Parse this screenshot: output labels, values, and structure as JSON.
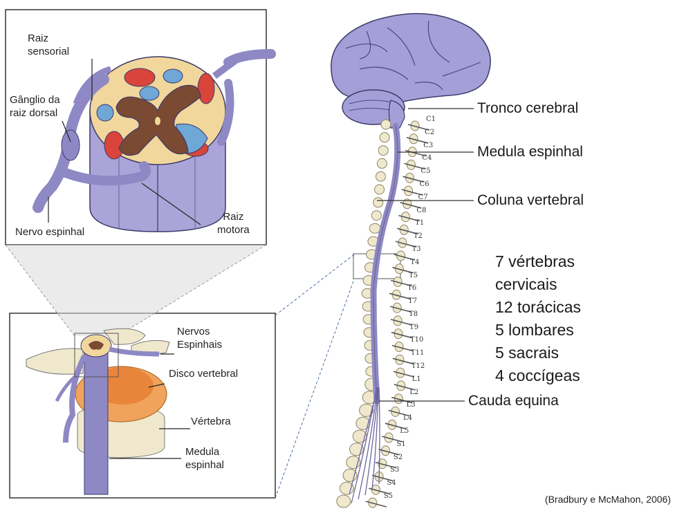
{
  "inset_top": {
    "labels": {
      "sensory_root": "Raiz\nsensorial",
      "dorsal_root_ganglion": "Gânglio da\nraiz dorsal",
      "spinal_nerve": "Nervo espinhal",
      "motor_root": "Raiz\nmotora"
    }
  },
  "inset_bottom": {
    "labels": {
      "spinal_nerves": "Nervos\nEspinhais",
      "vertebral_disc": "Disco vertebral",
      "vertebra": "Vértebra",
      "spinal_cord": "Medula\nespinhal"
    }
  },
  "main": {
    "labels": {
      "brainstem": "Tronco cerebral",
      "spinal_cord": "Medula espinhal",
      "vertebral_column": "Coluna vertebral",
      "cauda_equina": "Cauda equina"
    },
    "segments": [
      "C1",
      "C2",
      "C3",
      "C4",
      "C5",
      "C6",
      "C7",
      "C8",
      "T1",
      "T2",
      "T3",
      "T4",
      "T5",
      "T6",
      "T7",
      "T8",
      "T9",
      "T10",
      "T11",
      "T12",
      "L1",
      "L2",
      "L3",
      "L4",
      "L5",
      "S1",
      "S2",
      "S3",
      "S4",
      "S5"
    ],
    "counts": [
      "7 vértebras",
      "cervicais",
      "12 torácicas",
      "5 lombares",
      "5 sacrais",
      "4 coccígeas"
    ]
  },
  "citation": "(Bradbury e McMahon, 2006)",
  "colors": {
    "nerve": "#8e88c4",
    "gray_matter": "#7b4a33",
    "white_matter": "#f1d79c",
    "motor_horn": "#6fa7d6",
    "sensory_tract": "#d9453a",
    "bone": "#efe8cc",
    "disc": "#f0a35c"
  }
}
